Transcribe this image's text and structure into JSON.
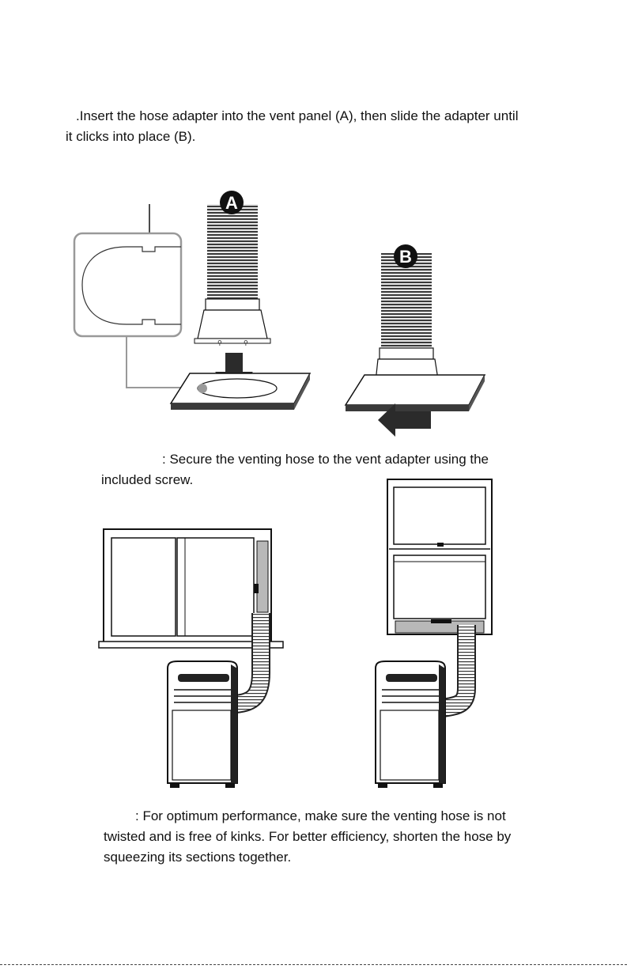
{
  "step": {
    "line1": ".Insert the hose adapter into the vent panel (A), then slide the adapter until",
    "line2": "it clicks into place (B)."
  },
  "figure1": {
    "label_a": "A",
    "label_b": "B"
  },
  "note1": {
    "line1": ": Secure the venting hose to the vent adapter using the",
    "line2": "included screw."
  },
  "note2": {
    "line1": ": For optimum performance, make sure the venting hose is not",
    "line2": "twisted and is free of kinks. For better efficiency, shorten the hose by",
    "line3": "squeezing its sections together."
  },
  "colors": {
    "ink": "#111111",
    "hose_dark": "#3a3a3a",
    "arrow": "#2b2b2b",
    "accent_dot": "#9a9a9a"
  }
}
